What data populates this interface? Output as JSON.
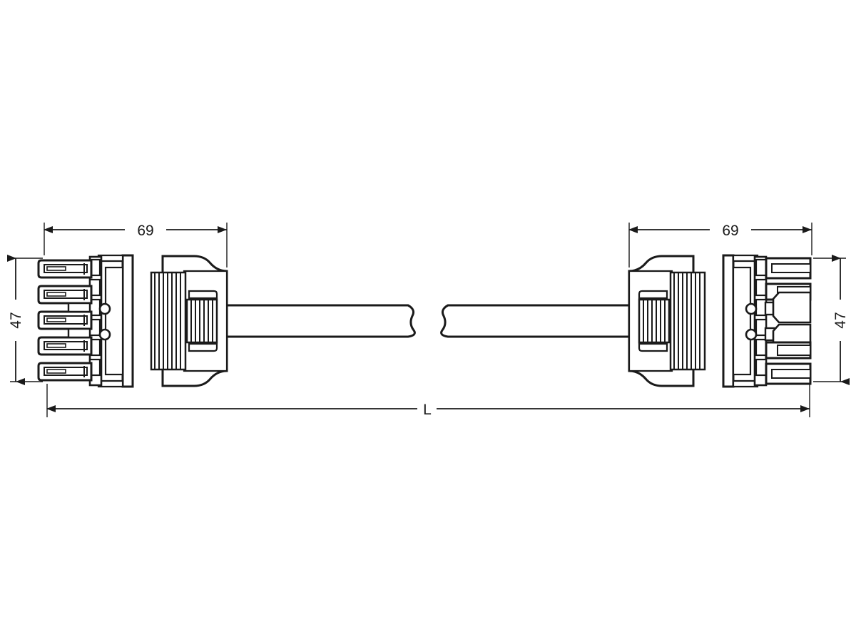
{
  "drawing": {
    "type": "technical-dimension-drawing",
    "subject": "5-pole winged connector cable assembly (plug to socket) with length dimension",
    "background_color": "#ffffff",
    "line_color": "#1a1a1a",
    "fill_light": "#f2f2f2",
    "fill_white": "#ffffff"
  },
  "dimensions": {
    "left_width": {
      "label": "69",
      "unit": "mm",
      "orientation": "horizontal",
      "position": "top-left"
    },
    "right_width": {
      "label": "69",
      "unit": "mm",
      "orientation": "horizontal",
      "position": "top-right"
    },
    "left_height": {
      "label": "47",
      "unit": "mm",
      "orientation": "vertical-rotated",
      "position": "left"
    },
    "right_height": {
      "label": "47",
      "unit": "mm",
      "orientation": "vertical-rotated",
      "position": "right"
    },
    "overall_length": {
      "label": "L",
      "unit": "",
      "orientation": "horizontal",
      "position": "bottom-center"
    }
  },
  "components": {
    "left_connector": {
      "name": "plug-connector-5-pole",
      "pole_count": 5,
      "coding_holes": 2
    },
    "right_connector": {
      "name": "socket-connector-5-pole",
      "pole_count": 5,
      "coding_holes": 2
    },
    "cable": {
      "name": "flat-cable",
      "break_symbol": "s-curve-break"
    }
  }
}
